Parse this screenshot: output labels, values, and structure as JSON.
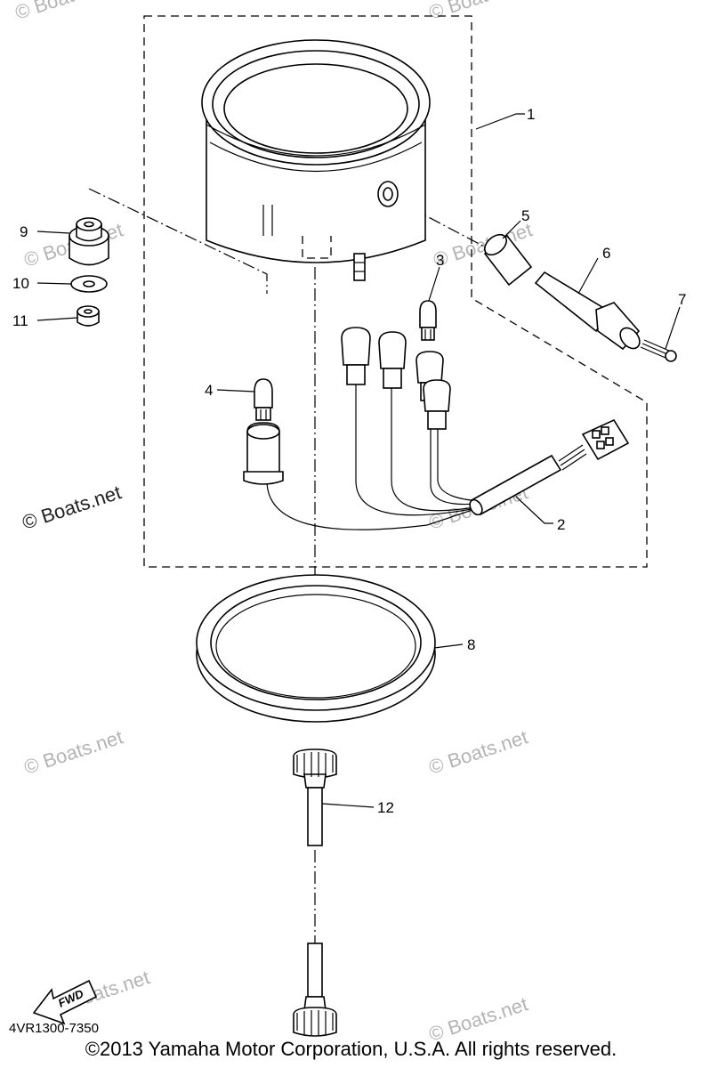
{
  "callouts": {
    "c1": "1",
    "c2": "2",
    "c3": "3",
    "c4": "4",
    "c5": "5",
    "c6": "6",
    "c7": "7",
    "c8": "8",
    "c9": "9",
    "c10": "10",
    "c11": "11",
    "c12": "12"
  },
  "watermark": "© Boats.net",
  "fwd_label": "FWD",
  "diagram_code": "4VR1300-7350",
  "copyright": "©2013 Yamaha Motor Corporation, U.S.A. All rights reserved."
}
